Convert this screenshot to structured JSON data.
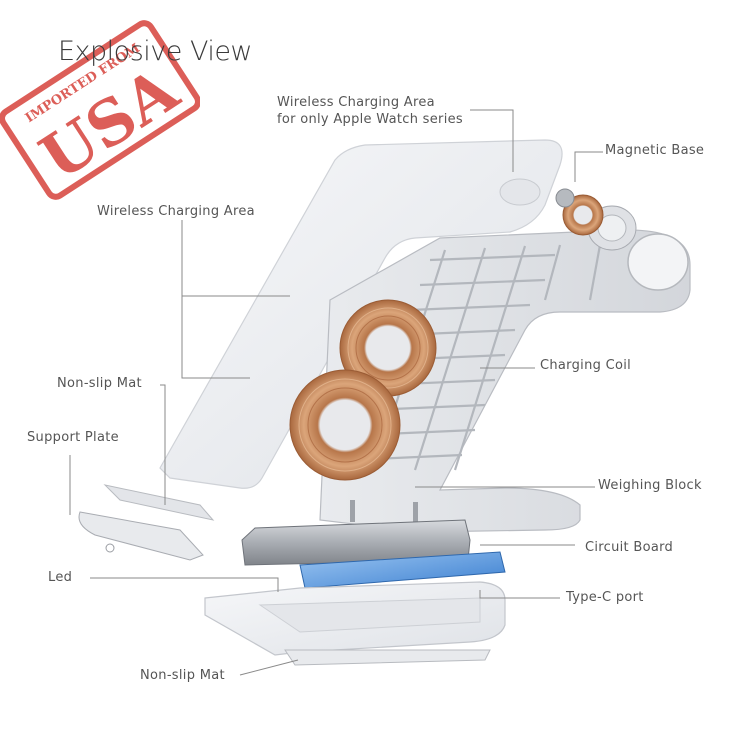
{
  "title": "Explosive View",
  "stamp": {
    "top_text": "IMPORTED FROM",
    "main_text": "USA",
    "color": "#d6433b"
  },
  "labels": {
    "wireless_watch_line1": "Wireless Charging Area",
    "wireless_watch_line2": "for only Apple Watch series",
    "magnetic_base": "Magnetic Base",
    "wireless_area": "Wireless Charging Area",
    "charging_coil": "Charging  Coil",
    "nonslip_mat_top": "Non-slip Mat",
    "support_plate": "Support Plate",
    "weighing_block": "Weighing Block",
    "circuit_board": "Circuit  Board",
    "led": "Led",
    "type_c_port": "Type-C port",
    "nonslip_mat_bottom": "Non-slip Mat"
  },
  "colors": {
    "shell": "#eef0f3",
    "shell_edge": "#c9ccd2",
    "coil": "#c98b5a",
    "pcb": "#4f8fd8",
    "line": "#8a8a8a"
  }
}
